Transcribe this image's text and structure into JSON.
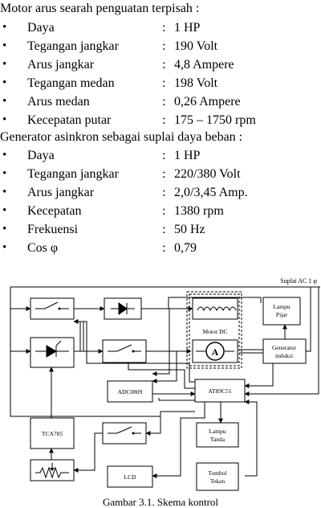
{
  "motor": {
    "heading": "Motor arus searah penguatan terpisah :",
    "specs": [
      {
        "bullet": "•",
        "label": "Daya",
        "colon": ":",
        "value": "1 HP"
      },
      {
        "bullet": "•",
        "label": "Tegangan jangkar",
        "colon": ":",
        "value": "190 Volt"
      },
      {
        "bullet": "•",
        "label": "Arus jangkar",
        "colon": ":",
        "value": "4,8 Ampere"
      },
      {
        "bullet": "•",
        "label": "Tegangan medan",
        "colon": ":",
        "value": "198 Volt"
      },
      {
        "bullet": "•",
        "label": "Arus medan",
        "colon": ":",
        "value": "0,26 Ampere"
      },
      {
        "bullet": "•",
        "label": "Kecepatan putar",
        "colon": ":",
        "value": "175 – 1750 rpm"
      }
    ]
  },
  "generator": {
    "heading": "Generator asinkron sebagai suplai daya beban :",
    "specs": [
      {
        "bullet": "•",
        "label": "Daya",
        "colon": ":",
        "value": "1 HP"
      },
      {
        "bullet": "•",
        "label": "Tegangan jangkar",
        "colon": ":",
        "value": "220/380 Volt"
      },
      {
        "bullet": "•",
        "label": "Arus jangkar",
        "colon": ":",
        "value": "2,0/3,45 Amp."
      },
      {
        "bullet": "•",
        "label": "Kecepatan",
        "colon": ":",
        "value": "1380 rpm"
      },
      {
        "bullet": "•",
        "label": "Frekuensi",
        "colon": ":",
        "value": "50 Hz"
      },
      {
        "bullet": "•",
        "label": "Cos φ",
        "colon": ":",
        "value": "0,79"
      }
    ]
  },
  "diagram": {
    "supply_label": "Suplai AC 1 φ",
    "lampu_pijar": [
      "Lampu",
      "Pijar"
    ],
    "motor_dc": "Motor DC",
    "ammeter": "A",
    "generator": [
      "Generator",
      "induksi"
    ],
    "adc": "ADC0809",
    "mcu": "AT89C51",
    "tca": "TCA785",
    "lampu_tanda": [
      "Lampu",
      "Tanda"
    ],
    "lcd": "LCD",
    "tombol_tekan": [
      "Tombol",
      "Tekan"
    ]
  },
  "caption": "Gambar 3.1. Skema kontrol"
}
